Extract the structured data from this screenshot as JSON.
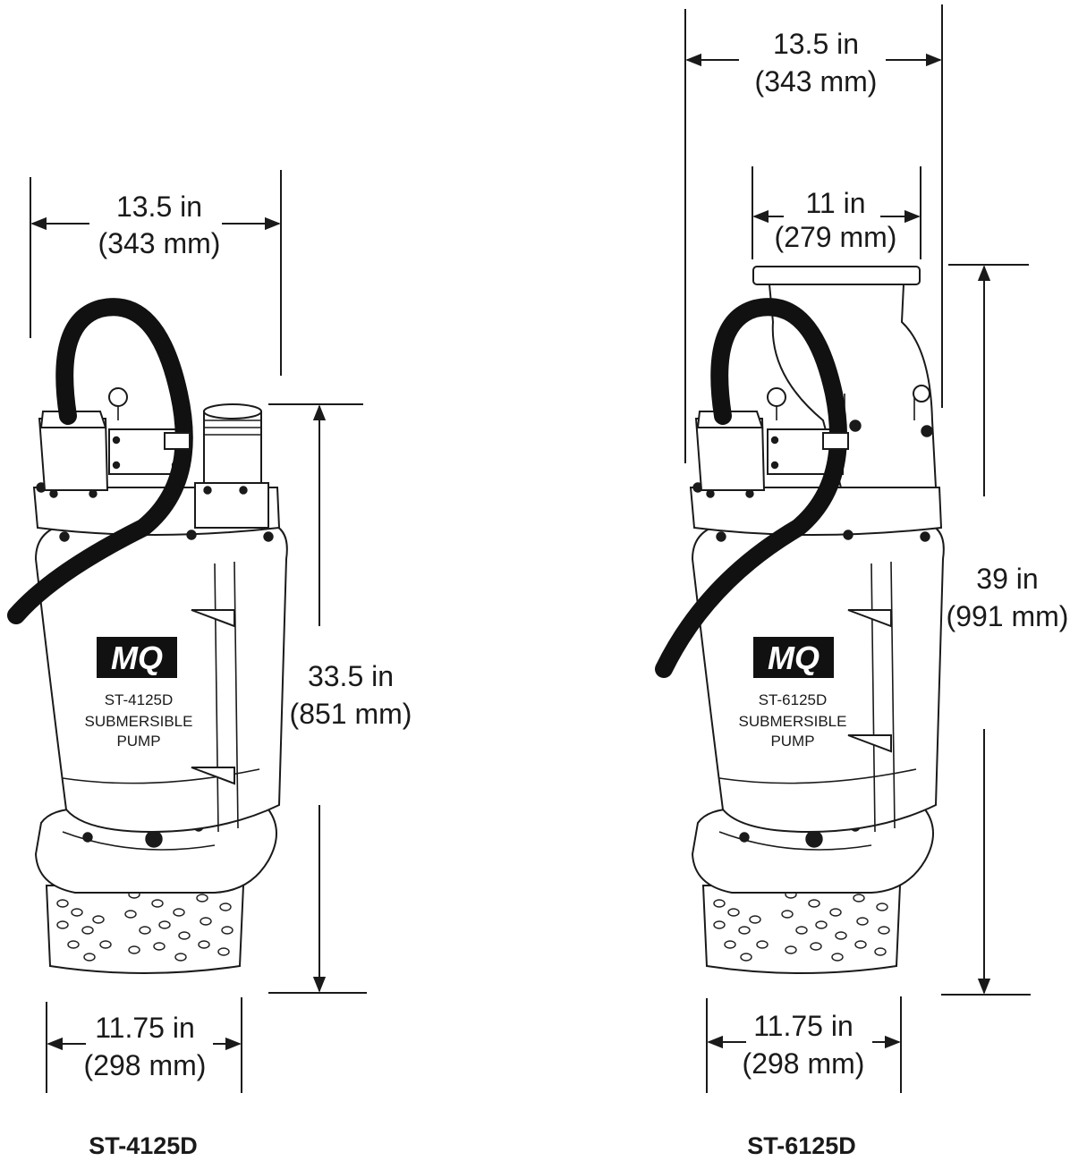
{
  "pumps": [
    {
      "model": "ST-4125D",
      "label_model": "ST-4125D",
      "label_line1": "SUBMERSIBLE",
      "label_line2": "PUMP",
      "logo": "MQ",
      "width_top": {
        "in": "13.5 in",
        "mm": "(343 mm)"
      },
      "height": {
        "in": "33.5 in",
        "mm": "(851 mm)"
      },
      "width_base": {
        "in": "11.75 in",
        "mm": "(298 mm)"
      }
    },
    {
      "model": "ST-6125D",
      "label_model": "ST-6125D",
      "label_line1": "SUBMERSIBLE",
      "label_line2": "PUMP",
      "logo": "MQ",
      "width_top": {
        "in": "13.5 in",
        "mm": "(343 mm)"
      },
      "width_discharge": {
        "in": "11 in",
        "mm": "(279 mm)"
      },
      "height": {
        "in": "39 in",
        "mm": "(991 mm)"
      },
      "width_base": {
        "in": "11.75 in",
        "mm": "(298 mm)"
      }
    }
  ]
}
